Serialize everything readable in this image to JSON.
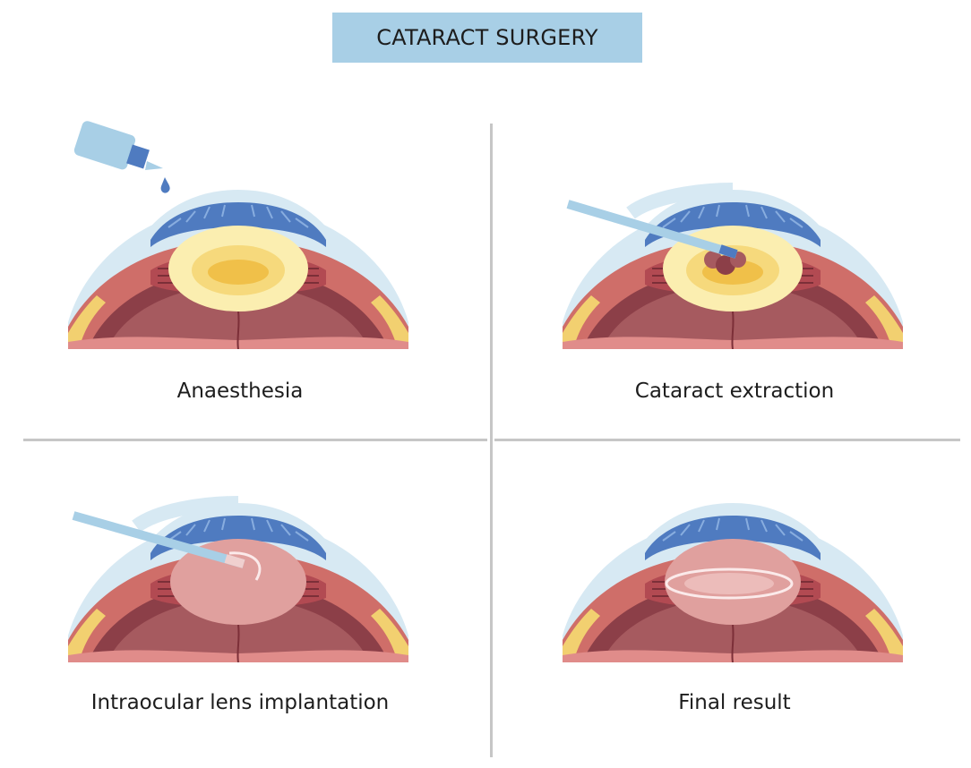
{
  "title": "CATARACT SURGERY",
  "steps": [
    {
      "label": "Anaesthesia"
    },
    {
      "label": "Cataract extraction"
    },
    {
      "label": "Intraocular lens implantation"
    },
    {
      "label": "Final result"
    }
  ],
  "colors": {
    "title_bg": "#a8cfe6",
    "divider": "#c6c6c6",
    "cornea": "#d7e9f3",
    "iris": "#4f7bc0",
    "sclera": "#cf6e69",
    "lens_outer": "#fbeeb0",
    "lens_core": "#f0c049",
    "vitreous": "#a65a5f",
    "implant": "#e0a09e"
  }
}
